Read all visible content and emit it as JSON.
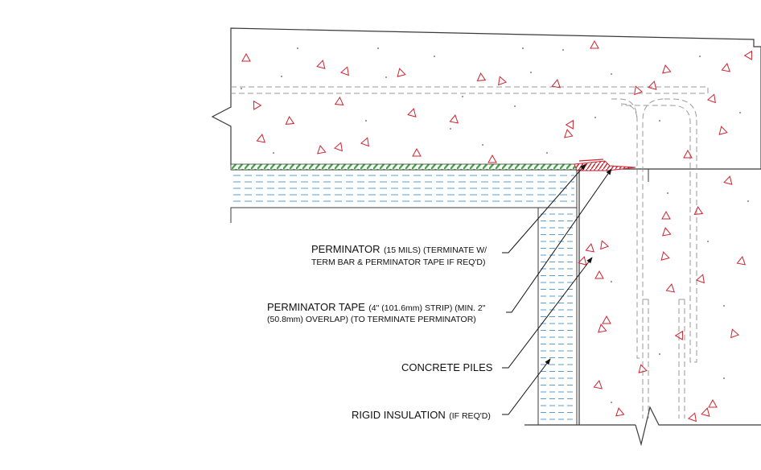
{
  "colors": {
    "line": "#3a3a3a",
    "dash": "#9a9a9a",
    "aggregate": "#d0222e",
    "membrane": "#d0222e",
    "green_band": "#33aa33",
    "insulation_blue": "#2a7fc0"
  },
  "callouts": [
    {
      "id": "perminator",
      "main": "PERMINATOR",
      "detail_line1": "(15 MILS) (TERMINATE W/",
      "line2": "TERM BAR & PERMINATOR TAPE IF REQ'D)"
    },
    {
      "id": "perminator-tape",
      "main": "PERMINATOR TAPE",
      "detail_line1": "(4\" (101.6mm) STRIP) (MIN. 2\"",
      "line2": "(50.8mm) OVERLAP) (TO TERMINATE PERMINATOR)"
    },
    {
      "id": "concrete-piles",
      "main": "CONCRETE PILES"
    },
    {
      "id": "rigid-insulation",
      "main": "RIGID INSULATION",
      "detail_line1": "(IF REQ'D)"
    }
  ]
}
